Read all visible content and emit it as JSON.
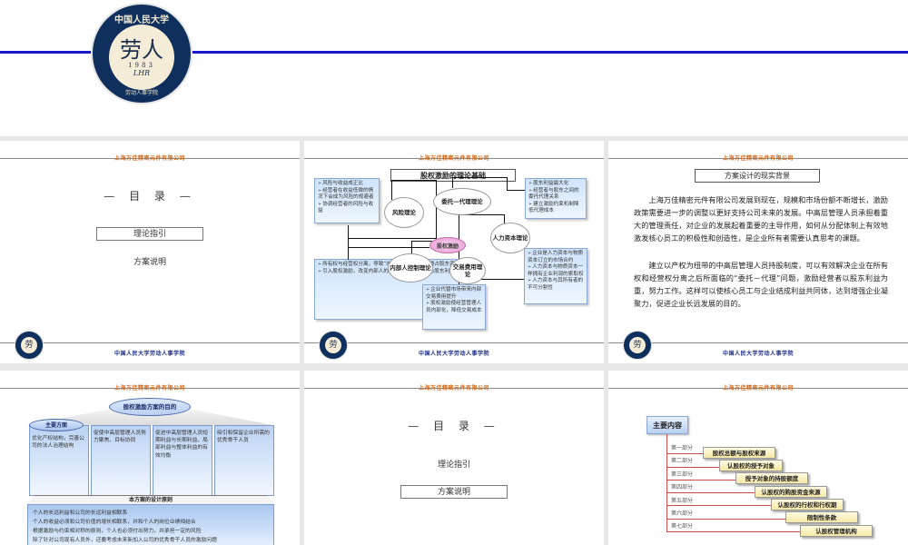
{
  "cover": {
    "logo": {
      "ring_top": "中国人民大学",
      "center_glyph": "劳人",
      "year": "1983",
      "letters": "LHR",
      "ring_bottom": "劳动人事学院"
    },
    "accent_line_color": "#1818c8"
  },
  "common": {
    "header_company": "上海万佳精密元件有限公司",
    "footer_school": "中国人民大学劳动人事学院",
    "header_color": "#d46a1a",
    "footer_color": "#1c2c8c"
  },
  "slides": [
    {
      "type": "toc",
      "title": "— 目 录 —",
      "items": [
        {
          "label": "理论指引",
          "active": true
        },
        {
          "label": "方案说明",
          "active": false
        }
      ]
    },
    {
      "type": "diagram",
      "title": "股权激励的理论基础",
      "center": "股权激励",
      "theories": [
        "风险理论",
        "委托—代理理论",
        "人力资本理论",
        "内部人控制理论",
        "交易费用理论"
      ],
      "notes": {
        "risk": [
          "风险与收益成正比",
          "经营者在收益低微的情况下会成为风险的规避者",
          "协调经营者的风险与收益"
        ],
        "agency": [
          "股东利益最大化",
          "经营者与股东之间的委托代理关系",
          "建立激励约束机制降低代理成本"
        ],
        "insider": [
          "所有权与经营权分离，导致“内部人”利用控制权侵占股东资产",
          "引入股权激励，改变内部人的身份与收入，使其与股东利益一致"
        ],
        "transaction": [
          "企业代替市场带来内部交易费用提升",
          "股权激励使经营管理人员内部化，降低交易成本"
        ],
        "human_capital": [
          "企业是人力资本与物质资本订立的市场合约",
          "人力资本与物质资本一样拥有企业利润的索取权",
          "人力资本与其所有者的不可分割性"
        ]
      }
    },
    {
      "type": "text",
      "title": "方案设计的现实背景",
      "paragraphs": [
        "上海万佳精密元件有限公司发展到现在，规模和市场份额不断增长，激励政策需要进一步的调整以更好支持公司未来的发展。中高层管理人员承担着重大的管理责任，对企业的发展起着重要的主导作用，如何从分配体制上有效地激发核心员工的积极性和创造性，是企业所有者需要认真思考的课题。",
        "建立以产权为纽带的中高层管理人员持股制度，可以有效解决企业在所有权和经营权分离之后所面临的“委托－代理”问题，激励经营者以股东利益为重，努力工作。这样可以使核心员工与企业结成利益共同体，达到增强企业凝聚力，促进企业长远发展的目的。"
      ]
    },
    {
      "type": "purpose",
      "title": "股权激励方案的目的",
      "main_aspect_label": "主要方面",
      "columns": [
        "优化产权结构，完善公司的法人治理结构",
        "促使中高层管理人员努力聚焦、目标协同",
        "促进中高层管理人员短期利益与长期利益、局部利益与整体利益的有效均衡",
        "吸引和保留企业所需的优秀骨干人员"
      ],
      "principles_title": "本方案的设计原则",
      "principles": [
        "个人的长远利益和公司的长远利益相联系",
        "个人的收益必须和公司价值的增长相联系，并和个人的岗位业绩相结合",
        "根据激励与约束相对称的原则，个人也必须付出努力，并承担一定的风险",
        "除了针对公司现有人员外，还要考虑未来新加入公司的优秀骨干人员的激励问题"
      ]
    },
    {
      "type": "toc",
      "title": "— 目 录 —",
      "items": [
        {
          "label": "理论指引",
          "active": false
        },
        {
          "label": "方案说明",
          "active": true
        }
      ]
    },
    {
      "type": "outline",
      "title": "主要内容",
      "parts": [
        {
          "label": "第一部分",
          "topic": "股权总额与股权来源"
        },
        {
          "label": "第二部分",
          "topic": "认股权的授予对象"
        },
        {
          "label": "第三部分",
          "topic": "授予对象的持股额度"
        },
        {
          "label": "第四部分",
          "topic": "认股权的购股资金来源"
        },
        {
          "label": "第五部分",
          "topic": "认股权的行权和行权期"
        },
        {
          "label": "第六部分",
          "topic": "限制性条款"
        },
        {
          "label": "第七部分",
          "topic": "认股权管理机构"
        }
      ]
    }
  ]
}
